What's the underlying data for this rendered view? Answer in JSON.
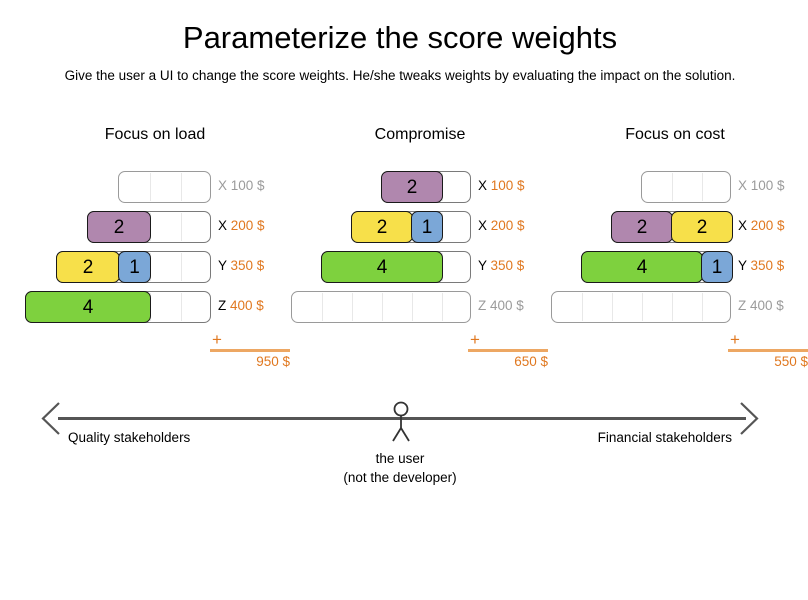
{
  "header": {
    "title": "Parameterize the score weights",
    "subtitle": "Give the user a UI to change the score weights. He/she tweaks weights by evaluating the impact on the solution."
  },
  "colors": {
    "purple": "#b087ae",
    "yellow": "#f7e04a",
    "blue": "#7ba7d7",
    "green": "#7ed13e",
    "orange": "#e07820",
    "muted": "#9b9b9b",
    "track_border": "#9a9a9a",
    "segment_border": "#1a1a1a",
    "axis": "#555555"
  },
  "chart_data": {
    "type": "bar",
    "title": "Parameterize the score weights",
    "xlabel": "",
    "ylabel": "",
    "unit_label": "$",
    "scenarios": [
      {
        "name": "Focus on load",
        "total": "950 $",
        "total_value": 950,
        "rows": [
          {
            "letter": "X",
            "price": "100 $",
            "price_value": 100,
            "capacity": 3,
            "empty": true,
            "segments": []
          },
          {
            "letter": "X",
            "price": "200 $",
            "price_value": 200,
            "capacity": 4,
            "empty": false,
            "segments": [
              {
                "value": "2",
                "units": 2,
                "color": "purple"
              }
            ]
          },
          {
            "letter": "Y",
            "price": "350 $",
            "price_value": 350,
            "capacity": 5,
            "empty": false,
            "segments": [
              {
                "value": "2",
                "units": 2,
                "color": "yellow"
              },
              {
                "value": "1",
                "units": 1,
                "color": "blue"
              }
            ]
          },
          {
            "letter": "Z",
            "price": "400 $",
            "price_value": 400,
            "capacity": 6,
            "empty": false,
            "segments": [
              {
                "value": "4",
                "units": 4,
                "color": "green"
              }
            ]
          }
        ]
      },
      {
        "name": "Compromise",
        "total": "650 $",
        "total_value": 650,
        "rows": [
          {
            "letter": "X",
            "price": "100 $",
            "price_value": 100,
            "capacity": 3,
            "empty": false,
            "segments": [
              {
                "value": "2",
                "units": 2,
                "color": "purple"
              }
            ]
          },
          {
            "letter": "X",
            "price": "200 $",
            "price_value": 200,
            "capacity": 4,
            "empty": false,
            "segments": [
              {
                "value": "2",
                "units": 2,
                "color": "yellow"
              },
              {
                "value": "1",
                "units": 1,
                "color": "blue"
              }
            ]
          },
          {
            "letter": "Y",
            "price": "350 $",
            "price_value": 350,
            "capacity": 5,
            "empty": false,
            "segments": [
              {
                "value": "4",
                "units": 4,
                "color": "green"
              }
            ]
          },
          {
            "letter": "Z",
            "price": "400 $",
            "price_value": 400,
            "capacity": 6,
            "empty": true,
            "segments": []
          }
        ]
      },
      {
        "name": "Focus on cost",
        "total": "550 $",
        "total_value": 550,
        "rows": [
          {
            "letter": "X",
            "price": "100 $",
            "price_value": 100,
            "capacity": 3,
            "empty": true,
            "segments": []
          },
          {
            "letter": "X",
            "price": "200 $",
            "price_value": 200,
            "capacity": 4,
            "empty": false,
            "segments": [
              {
                "value": "2",
                "units": 2,
                "color": "purple"
              },
              {
                "value": "2",
                "units": 2,
                "color": "yellow"
              }
            ]
          },
          {
            "letter": "Y",
            "price": "350 $",
            "price_value": 350,
            "capacity": 5,
            "empty": false,
            "segments": [
              {
                "value": "4",
                "units": 4,
                "color": "green"
              },
              {
                "value": "1",
                "units": 1,
                "color": "blue"
              }
            ]
          },
          {
            "letter": "Z",
            "price": "400 $",
            "price_value": 400,
            "capacity": 6,
            "empty": true,
            "segments": []
          }
        ]
      }
    ],
    "total_symbol": "+"
  },
  "axis": {
    "left_label": "Quality stakeholders",
    "right_label": "Financial stakeholders",
    "user_caption_line1": "the user",
    "user_caption_line2": "(not the developer)"
  }
}
